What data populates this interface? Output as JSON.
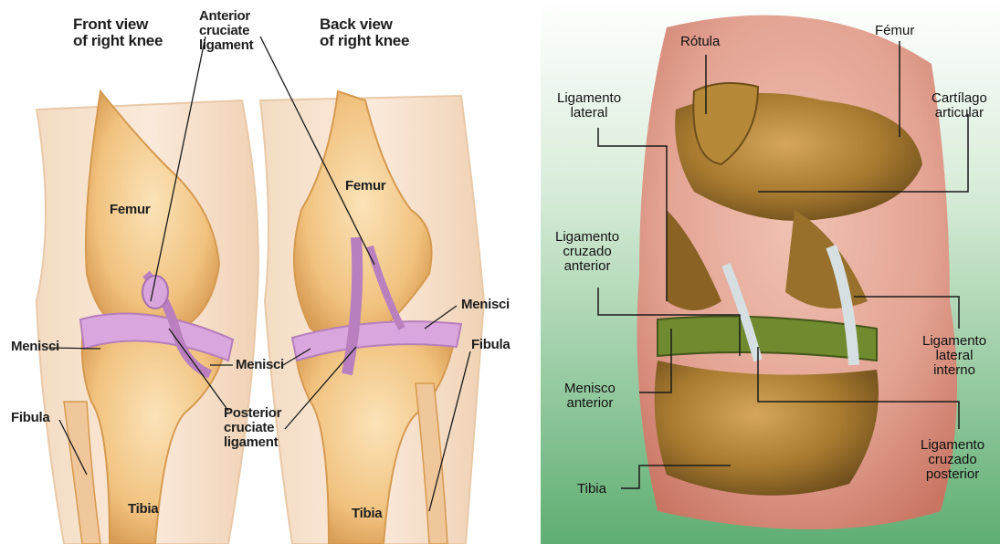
{
  "colors": {
    "skin": "#f2d5b6",
    "bone": "#f3c98e",
    "bone_dark": "#d9a860",
    "meniscus": "#cfa0d6",
    "ligament": "#b97fbe",
    "red_bg": "#b85a48",
    "pink_bg": "#e9b3a5",
    "green_bg": "#8fc79a",
    "olive_bone": "#a07a2a",
    "leader": "#1a1a1a"
  },
  "left_diagram": {
    "labels": {
      "front_view": "Front view\nof right knee",
      "anterior_cruciate": "Anterior\ncruciate\nligament",
      "back_view": "Back view\nof right knee",
      "femur_front": "Femur",
      "femur_back": "Femur",
      "menisci_left": "Menisci",
      "menisci_mid": "Menisci",
      "menisci_right": "Menisci",
      "fibula_left": "Fibula",
      "fibula_right": "Fibula",
      "posterior_cruciate": "Posterior\ncruciate\nligament",
      "tibia_front": "Tibia",
      "tibia_back": "Tibia"
    }
  },
  "right_diagram": {
    "labels": {
      "rotula": "Rótula",
      "femur": "Fémur",
      "ligamento_lateral": "Ligamento\nlateral",
      "cartilago": "Cartílago\narticular",
      "ligamento_cruzado_anterior": "Ligamento\ncruzado\nanterior",
      "ligamento_lateral_interno": "Ligamento\nlateral\ninterno",
      "menisco_anterior": "Menisco\nanterior",
      "ligamento_cruzado_posterior": "Ligamento\ncruzado\nposterior",
      "tibia": "Tibia"
    }
  }
}
